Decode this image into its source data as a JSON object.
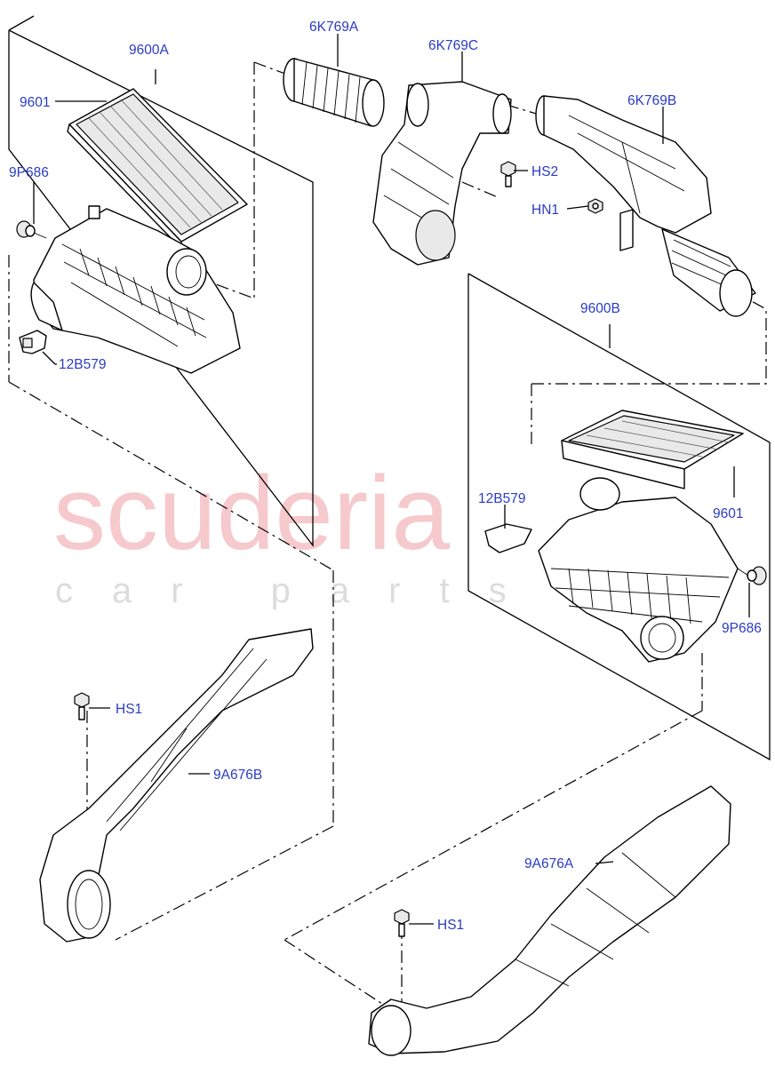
{
  "watermark": {
    "brand": "scuderia",
    "tagline": "car parts",
    "brand_color": "#f6c9cc"
  },
  "callout_color": "#2a3cc4",
  "callouts": {
    "air_cleaner_a": "9600A",
    "element_a": "9601",
    "grommet_a": "9P686",
    "sensor_a": "12B579",
    "hose_a": "6K769A",
    "resonator_c": "6K769C",
    "screw_hs2": "HS2",
    "nut_hn1": "HN1",
    "duct_b": "6K769B",
    "air_cleaner_b": "9600B",
    "sensor_b": "12B579",
    "element_b": "9601",
    "grommet_b": "9P686",
    "screw_hs1_left": "HS1",
    "intake_b": "9A676B",
    "intake_a": "9A676A",
    "screw_hs1_right": "HS1"
  }
}
